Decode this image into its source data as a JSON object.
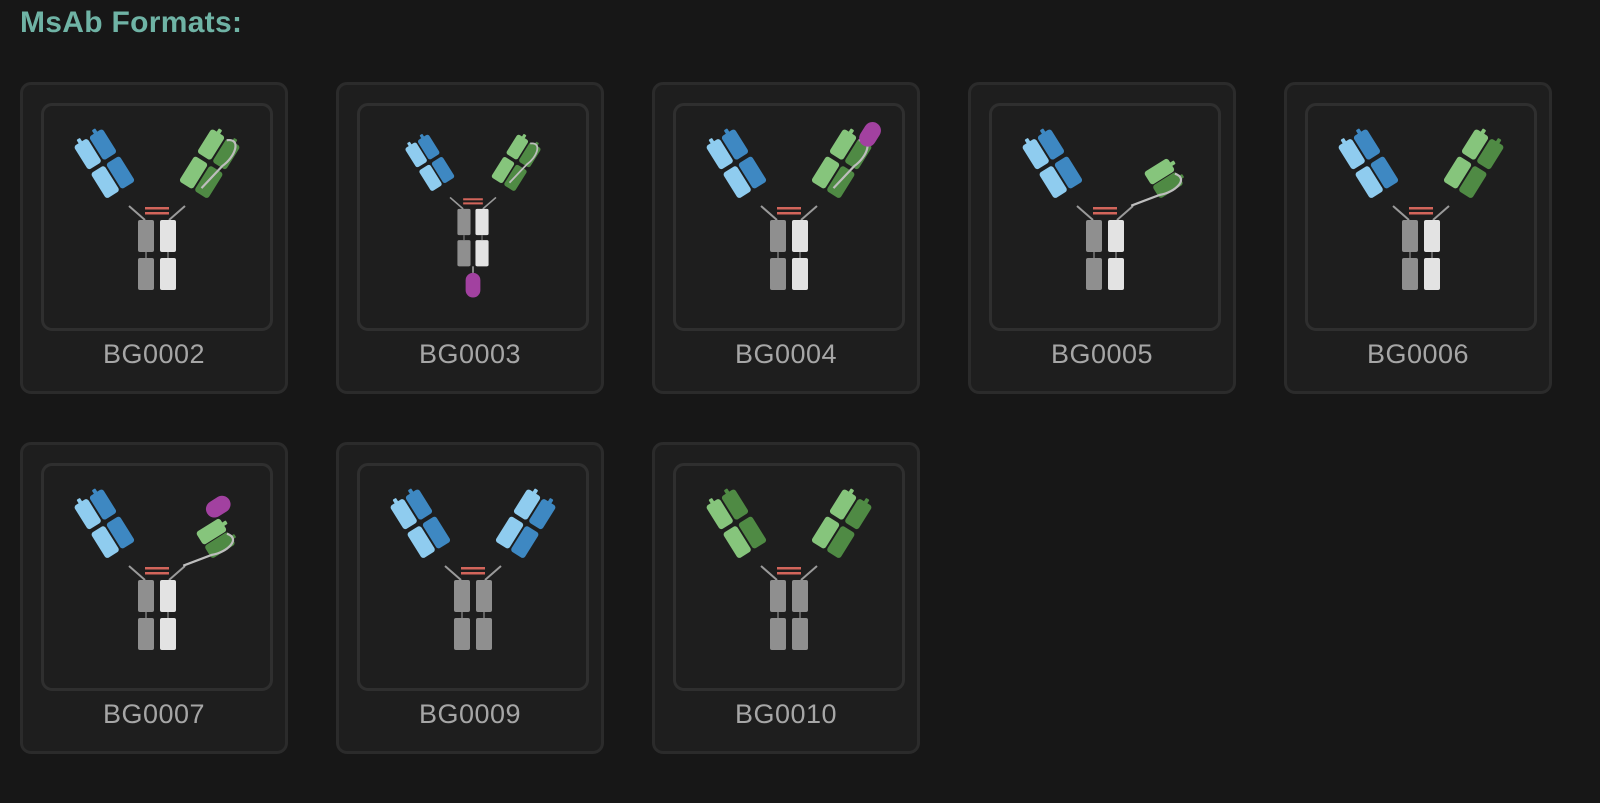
{
  "section": {
    "title": "MsAb Formats:"
  },
  "colors": {
    "title": "#6fb3a5",
    "blue_dark": "#3e88c2",
    "blue_light": "#8fccef",
    "green_dark": "#4f8a44",
    "green_light": "#86c57c",
    "fc_dark": "#8f8f8f",
    "fc_light": "#e3e3e3",
    "magenta": "#a241a0",
    "disulfide": "#d2655b"
  },
  "formats": [
    {
      "id": "BG0002",
      "left_arm": "blue",
      "right_arm": "green",
      "right_style": "scfv",
      "fc": "hetero",
      "tag": "none"
    },
    {
      "id": "BG0003",
      "left_arm": "blue",
      "right_arm": "green",
      "right_style": "scfv",
      "fc": "hetero",
      "tag": "c-terminal"
    },
    {
      "id": "BG0004",
      "left_arm": "blue",
      "right_arm": "green",
      "right_style": "scfv",
      "fc": "hetero",
      "tag": "n-terminal"
    },
    {
      "id": "BG0005",
      "left_arm": "blue",
      "right_arm": "green",
      "right_style": "single",
      "fc": "hetero",
      "tag": "none"
    },
    {
      "id": "BG0006",
      "left_arm": "blue",
      "right_arm": "green",
      "right_style": "fab",
      "fc": "hetero",
      "tag": "none"
    },
    {
      "id": "BG0007",
      "left_arm": "blue",
      "right_arm": "green",
      "right_style": "single",
      "fc": "hetero",
      "tag": "n-terminal"
    },
    {
      "id": "BG0009",
      "left_arm": "blue",
      "right_arm": "blue",
      "right_style": "fab",
      "fc": "homo",
      "tag": "none"
    },
    {
      "id": "BG0010",
      "left_arm": "green",
      "right_arm": "green",
      "right_style": "fab",
      "fc": "homo",
      "tag": "none"
    }
  ]
}
